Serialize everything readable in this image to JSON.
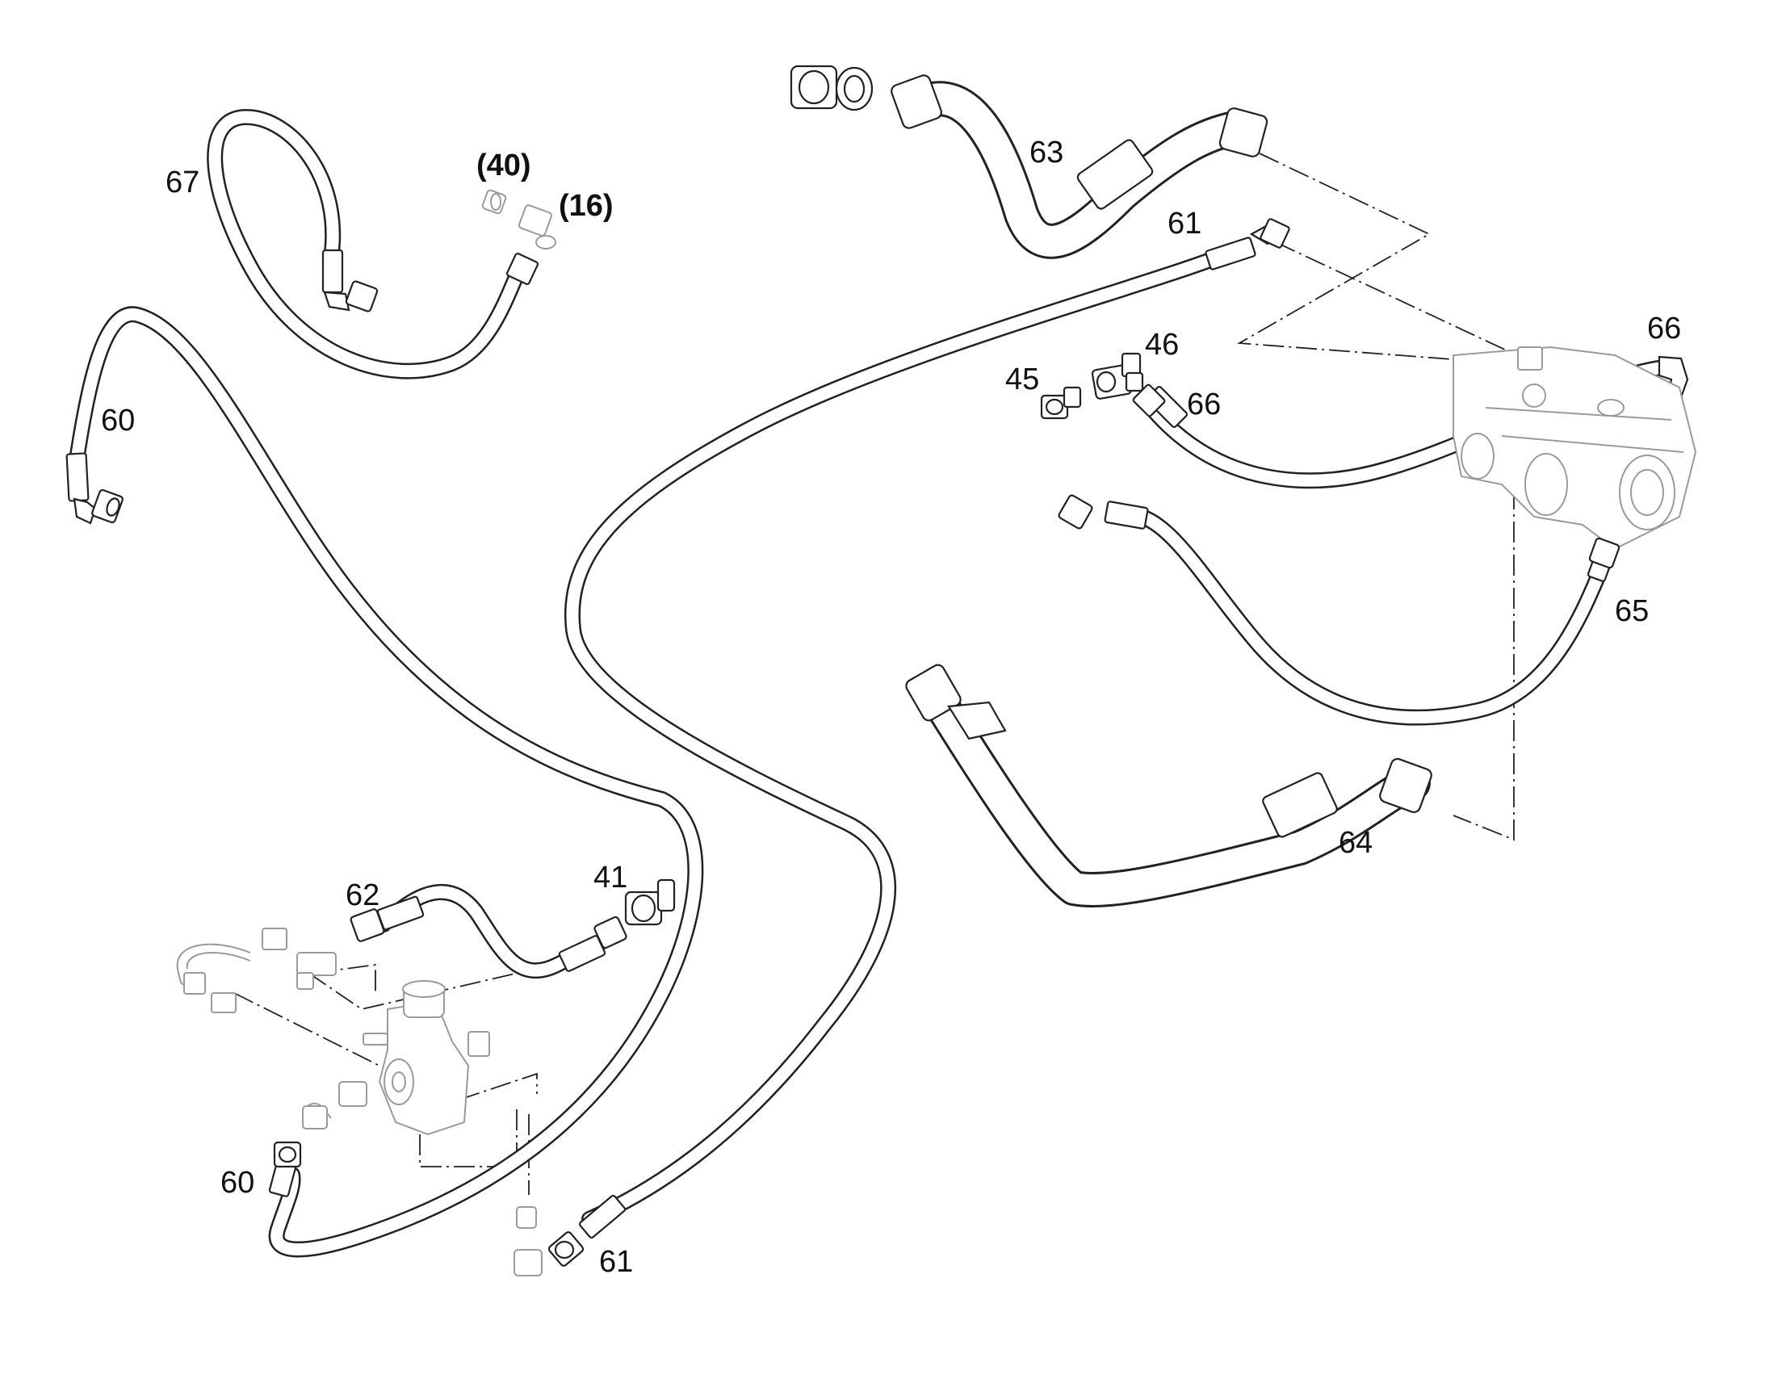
{
  "callouts": {
    "c67": "67",
    "c40": "(40)",
    "c16": "(16)",
    "c60_top": "60",
    "c63": "63",
    "c61_top": "61",
    "c46": "46",
    "c45": "45",
    "c66_fitting": "66",
    "c66_hose": "66",
    "c65": "65",
    "c64": "64",
    "c62": "62",
    "c41": "41",
    "c60_bottom": "60",
    "c61_bottom": "61"
  }
}
